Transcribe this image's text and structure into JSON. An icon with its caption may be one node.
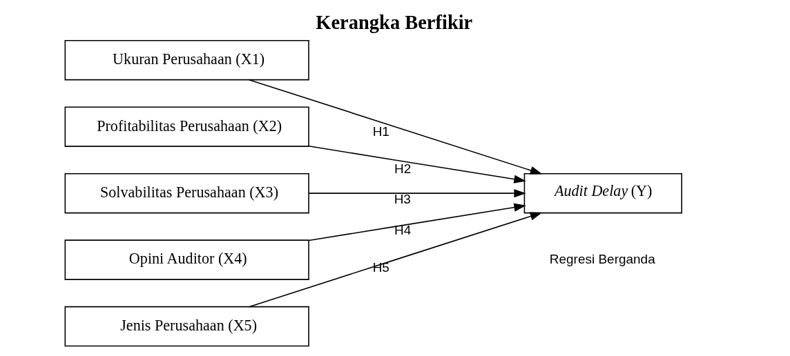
{
  "diagram": {
    "title": "Kerangka Berfikir",
    "nodes": [
      {
        "text": [
          "Ukuran Perusahaan (X1)"
        ]
      },
      {
        "text": [
          "Profitabilitas Perusahaan (X2)"
        ]
      },
      {
        "text": [
          "Solvabilitas Perusahaan (X3)"
        ]
      },
      {
        "text": [
          "Opini Auditor (X4)"
        ]
      },
      {
        "text": [
          "Jenis Perusahaan (X5)"
        ]
      },
      {
        "text": [
          "*Audit Delay* (Y)"
        ]
      }
    ],
    "edges": [
      {
        "from": 0,
        "to": 5,
        "arrow": "to",
        "label": "H1"
      },
      {
        "from": 1,
        "to": 5,
        "arrow": "to",
        "label": "H2"
      },
      {
        "from": 2,
        "to": 5,
        "arrow": "to",
        "label": "H3"
      },
      {
        "from": 3,
        "to": 5,
        "arrow": "to",
        "label": "H4"
      },
      {
        "from": 4,
        "to": 5,
        "arrow": "to",
        "label": "H5"
      }
    ],
    "labels": [
      "Regresi Berganda"
    ]
  }
}
